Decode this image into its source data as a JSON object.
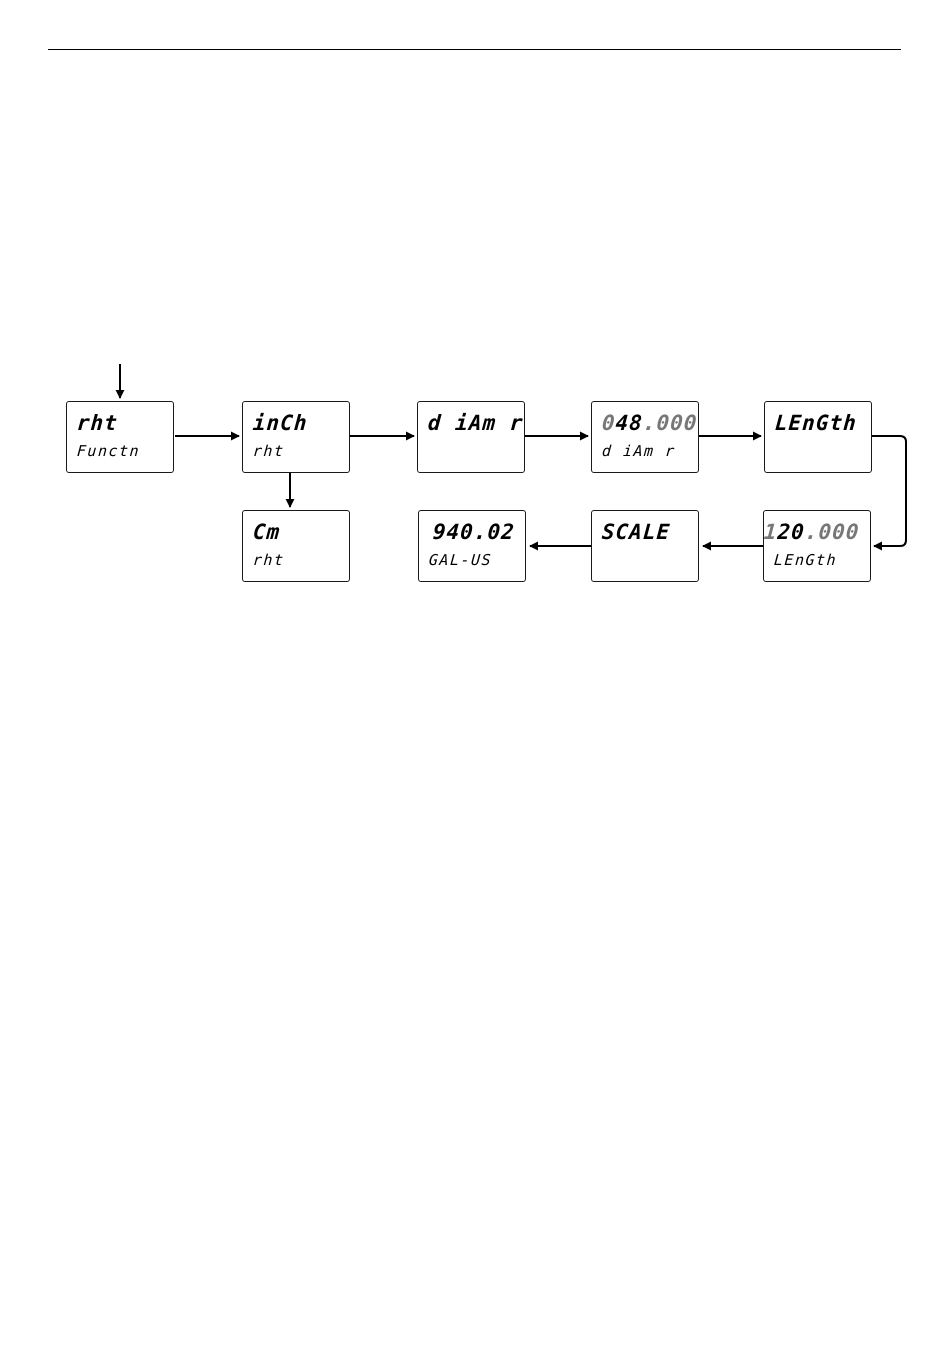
{
  "diagram": {
    "boxes": {
      "rht": {
        "line1": "rht",
        "line2": "Functn"
      },
      "inch": {
        "line1": "inCh",
        "line2": "rht"
      },
      "diamtr": {
        "line1": "d iAm r",
        "line2": ""
      },
      "diamtr_value": {
        "line1_dim": "0",
        "line1_main": "48",
        "line1_tail": ".000",
        "line2": "d iAm r"
      },
      "length": {
        "line1": "LEnGth",
        "line2": ""
      },
      "cm": {
        "line1": "Cm",
        "line2": "rht"
      },
      "volume": {
        "line1": "940.02",
        "line2": "GAL-US"
      },
      "scale": {
        "line1": "SCALE",
        "line2": ""
      },
      "length_value": {
        "line1_dim": "1",
        "line1_main": "20",
        "line1_tail": ".000",
        "line2": "LEnGth"
      }
    }
  }
}
